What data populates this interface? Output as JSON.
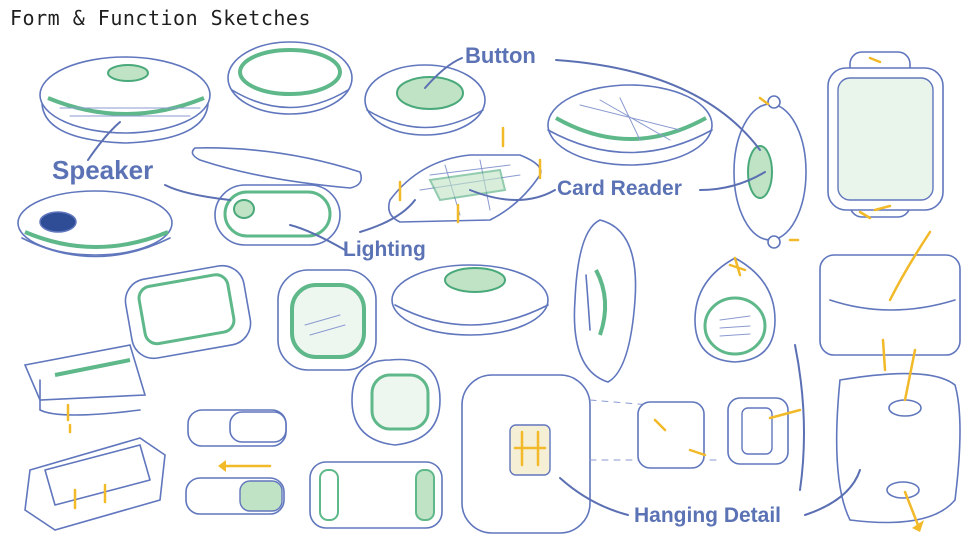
{
  "title": "Form & Function Sketches",
  "labels": {
    "speaker": "Speaker",
    "button": "Button",
    "card_reader": "Card Reader",
    "lighting": "Lighting",
    "hanging_detail": "Hanging Detail"
  },
  "colors": {
    "ink": "#6076bd",
    "label": "#5b73b5",
    "green_accent": "#5fb88a",
    "yellow_markup": "#f2b928"
  }
}
